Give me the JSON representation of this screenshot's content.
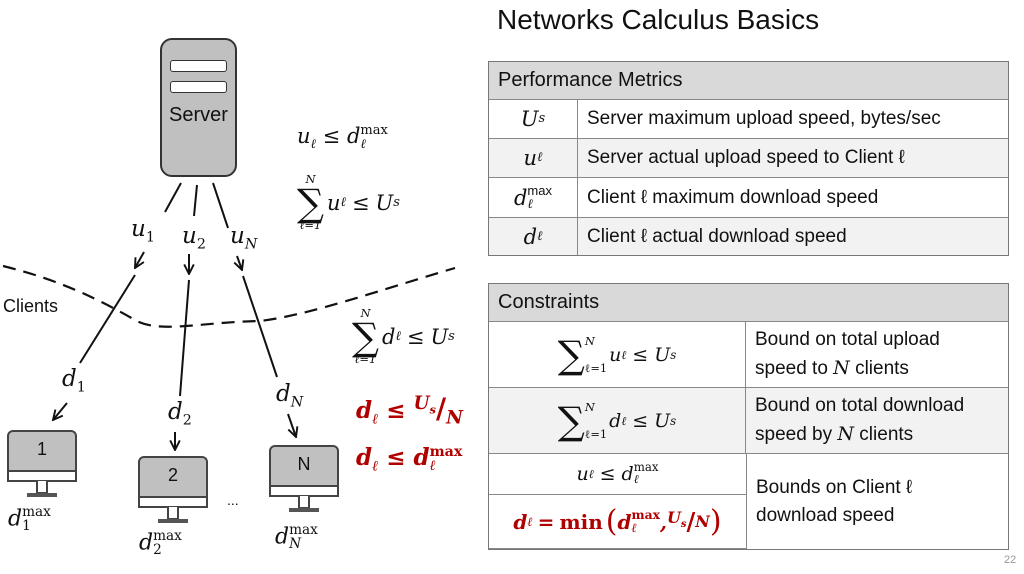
{
  "slide": {
    "title": "Networks Calculus Basics",
    "page_number": "22"
  },
  "diagram": {
    "server_label": "Server",
    "clients_label": "Clients",
    "upload_links": [
      {
        "var": "u",
        "sub": "1"
      },
      {
        "var": "u",
        "sub": "2"
      },
      {
        "var": "u",
        "sub": "N"
      }
    ],
    "download_links": [
      {
        "var": "d",
        "sub": "1"
      },
      {
        "var": "d",
        "sub": "2"
      },
      {
        "var": "d",
        "sub": "N"
      }
    ],
    "clients": [
      {
        "label": "1",
        "cap_var": "d",
        "cap_sup": "max",
        "cap_sub": "1"
      },
      {
        "label": "2",
        "cap_var": "d",
        "cap_sup": "max",
        "cap_sub": "2"
      },
      {
        "label": "N",
        "cap_var": "d",
        "cap_sup": "max",
        "cap_sub": "N"
      }
    ],
    "ellipsis": "...",
    "side_equations": {
      "eq1": {
        "lhs": "u",
        "lhs_sub": "ℓ",
        "op": "≤",
        "rhs": "d",
        "rhs_sub": "ℓ",
        "rhs_sup": "max"
      },
      "eq2": {
        "sum_top": "N",
        "sum_bottom": "ℓ=1",
        "term": "u",
        "term_sub": "ℓ",
        "op": "≤",
        "rhs": "U",
        "rhs_sub": "s"
      },
      "eq3": {
        "sum_top": "N",
        "sum_bottom": "ℓ=1",
        "term": "d",
        "term_sub": "ℓ",
        "op": "≤",
        "rhs": "U",
        "rhs_sub": "s"
      },
      "eq4_red": {
        "lhs": "d",
        "lhs_sub": "ℓ",
        "op": "≤",
        "num": "U",
        "num_sub": "s",
        "slash": "/",
        "den": "N"
      },
      "eq5_red": {
        "lhs": "d",
        "lhs_sub": "ℓ",
        "op": "≤",
        "rhs": "d",
        "rhs_sub": "ℓ",
        "rhs_sup": "max"
      }
    },
    "colors": {
      "device_fill": "#c0c0c0",
      "highlight_red": "#b00000"
    }
  },
  "performance_metrics": {
    "header": "Performance Metrics",
    "rows": [
      {
        "symbol": "U",
        "symbol_sub": "s",
        "symbol_sup": "",
        "description": "Server maximum upload speed, bytes/sec"
      },
      {
        "symbol": "u",
        "symbol_sub": "ℓ",
        "symbol_sup": "",
        "description": "Server actual upload speed to Client ℓ"
      },
      {
        "symbol": "d",
        "symbol_sub": "ℓ",
        "symbol_sup": "max",
        "description": "Client ℓ maximum download speed"
      },
      {
        "symbol": "d",
        "symbol_sub": "ℓ",
        "symbol_sup": "",
        "description": "Client ℓ actual download speed"
      }
    ]
  },
  "constraints": {
    "header": "Constraints",
    "rows": [
      {
        "formula": {
          "sum_top": "N",
          "sum_bottom": "ℓ=1",
          "term": "u",
          "term_sub": "ℓ",
          "op": "≤",
          "rhs": "U",
          "rhs_sub": "s"
        },
        "description_line1": "Bound on total upload",
        "description_line2_pre": "speed to ",
        "description_line2_var": "N",
        "description_line2_post": " clients"
      },
      {
        "formula": {
          "sum_top": "N",
          "sum_bottom": "ℓ=1",
          "term": "d",
          "term_sub": "ℓ",
          "op": "≤",
          "rhs": "U",
          "rhs_sub": "s"
        },
        "description_line1": "Bound on total download",
        "description_line2_pre": "speed by ",
        "description_line2_var": "N",
        "description_line2_post": " clients"
      },
      {
        "formula": {
          "lhs": "u",
          "lhs_sub": "ℓ",
          "op": "≤",
          "rhs": "d",
          "rhs_sub": "ℓ",
          "rhs_sup": "max"
        }
      },
      {
        "formula_red": {
          "lhs": "d",
          "lhs_sub": "ℓ",
          "op": "=",
          "fn": "min",
          "arg1": "d",
          "arg1_sub": "ℓ",
          "arg1_sup": "max",
          "comma": ",",
          "num": "U",
          "num_sub": "s",
          "slash": "/",
          "den": "N"
        }
      }
    ],
    "merged_description_line1": "Bounds on Client ℓ",
    "merged_description_line2": "download speed"
  }
}
